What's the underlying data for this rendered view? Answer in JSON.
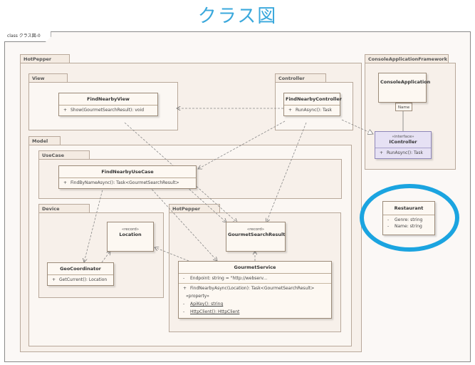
{
  "slide_title": "クラス図",
  "frame_label": "class クラス図-0",
  "colors": {
    "title": "#3aa8dc",
    "highlight_ring": "#1ba4e0",
    "interface_fill": "#e6e1f4"
  },
  "packages": {
    "hotpepper_outer": "HotPepper",
    "view": "View",
    "controller": "Controller",
    "model": "Model",
    "usecase": "UseCase",
    "device": "Device",
    "hotpepper_inner": "HotPepper",
    "console_framework": "ConsoleApplicationFramework"
  },
  "classes": {
    "find_nearby_view": {
      "name": "FindNearbyView",
      "op_vis": "+",
      "op": "Show(GourmetSearchResult): void"
    },
    "find_nearby_controller": {
      "name": "FindNearbyController",
      "op_vis": "+",
      "op": "RunAsync(): Task"
    },
    "console_application": {
      "name": "ConsoleApplication"
    },
    "icontroller": {
      "stereotype": "«interface»",
      "name": "IController",
      "op_vis": "+",
      "op": "RunAsync(): Task"
    },
    "find_nearby_usecase": {
      "name": "FindNearbyUseCase",
      "op_vis": "+",
      "op": "FindByNameAsync(): Task<GourmetSearchResult>"
    },
    "location": {
      "stereotype": "«record»",
      "name": "Location"
    },
    "geo_coordinator": {
      "name": "GeoCoordinator",
      "op_vis": "+",
      "op": "GetCurrent(): Location"
    },
    "gourmet_search_result": {
      "stereotype": "«record»",
      "name": "GourmetSearchResult"
    },
    "gourmet_service": {
      "name": "GourmetService",
      "attr_vis": "-",
      "attr": "Endpoint: string = \"http://webserv...",
      "op_vis": "+",
      "op": "FindNearbyAsync(Location): Task<GourmetSearchResult>",
      "prop_stereotype": "«property»",
      "prop1_vis": "-",
      "prop1": "ApiKey(): string",
      "prop2_vis": "-",
      "prop2": "HttpClient(): HttpClient"
    },
    "restaurant": {
      "name": "Restaurant",
      "attr1_vis": "-",
      "attr1": "Genre: string",
      "attr2_vis": "-",
      "attr2": "Name: string"
    }
  },
  "edge_labels": {
    "name_qualifier": "Name"
  }
}
